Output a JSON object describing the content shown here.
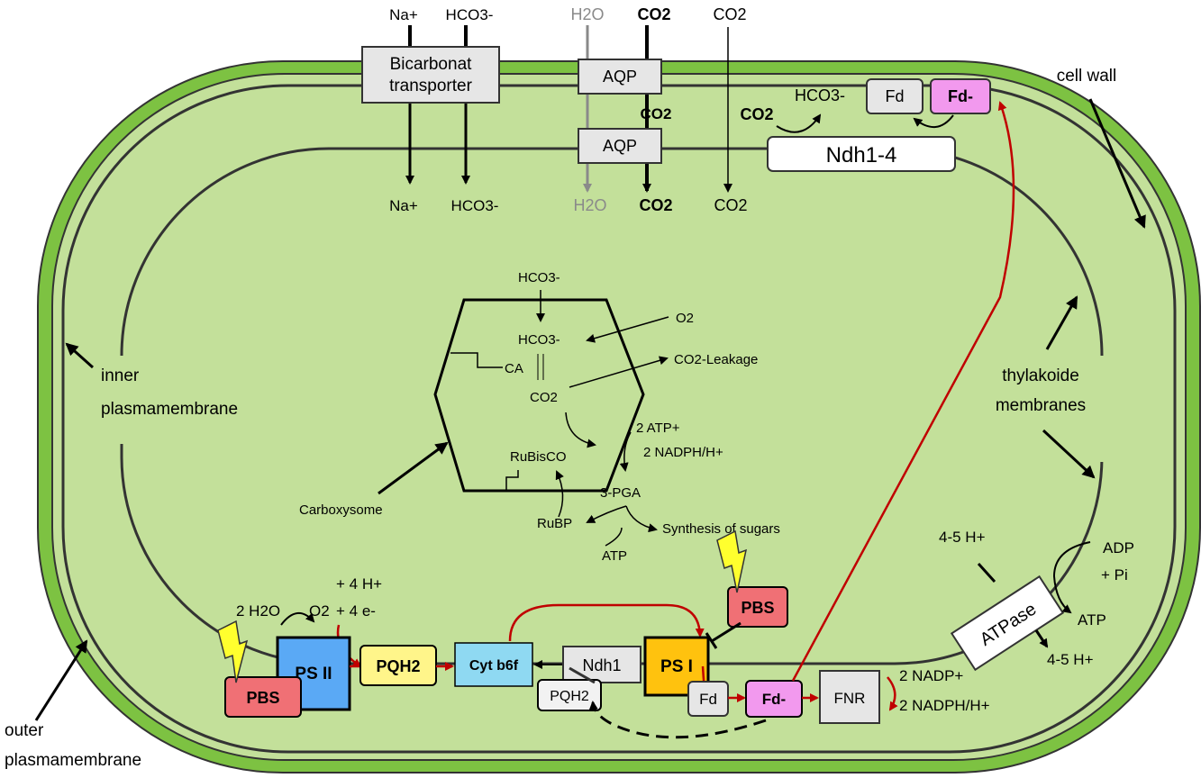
{
  "external": {
    "na": "Na+",
    "hco3": "HCO3-",
    "h2o": "H2O",
    "co2_bold": "CO2",
    "co2": "CO2"
  },
  "internal": {
    "na": "Na+",
    "hco3": "HCO3-",
    "h2o": "H2O",
    "co2_bold": "CO2",
    "co2": "CO2"
  },
  "transporters": {
    "bicarbonate_line1": "Bicarbonat",
    "bicarbonate_line2": "transporter",
    "aqp_outer": "AQP",
    "aqp_inner": "AQP",
    "co2_between": "CO2",
    "ndh14": "Ndh1-4",
    "ndh_co2": "CO2",
    "ndh_hco3": "HCO3-",
    "fd_top": "Fd",
    "fdminus_top": "Fd-"
  },
  "labels": {
    "cell_wall": "cell wall",
    "inner_pm_1": "inner",
    "inner_pm_2": "plasmamembrane",
    "outer_pm_1": "outer",
    "outer_pm_2": "plasmamembrane",
    "thylakoide_1": "thylakoide",
    "thylakoide_2": "membranes",
    "carboxysome": "Carboxysome"
  },
  "carboxysome": {
    "hco3_top": "HCO3-",
    "hco3_mid": "HCO3-",
    "ca": "CA",
    "co2": "CO2",
    "o2": "O2",
    "leakage": "CO2-Leakage",
    "atp2": "2 ATP+",
    "nadph2": "2 NADPH/H+",
    "rubisco": "RuBisCO",
    "pga": "3-PGA",
    "rubp": "RuBP",
    "atp": "ATP",
    "sugars": "Synthesis of sugars"
  },
  "thylakoid": {
    "h2o": "2 H2O",
    "o2": "O2",
    "h4": "+ 4 H+",
    "e4": "+ 4 e-",
    "ps2": "PS II",
    "pbs_left": "PBS",
    "pqh2": "PQH2",
    "cytb6f": "Cyt b6f",
    "ndh1": "Ndh1",
    "pqh2_small": "PQH2",
    "ps1": "PS I",
    "pbs_right": "PBS",
    "fd": "Fd",
    "fdminus": "Fd-",
    "fnr": "FNR",
    "nadp": "2 NADP+",
    "nadph": "2 NADPH/H+",
    "atpase": "ATPase",
    "h_top": "4-5 H+",
    "adp": "ADP",
    "pi": "+ Pi",
    "atp": "ATP",
    "h_bottom": "4-5 H+"
  },
  "colors": {
    "cell_wall": "#7dc242",
    "cytoplasm": "#c3e09a",
    "ps2": "#5aa9f5",
    "pqh2": "#fff58a",
    "cytb6f": "#8fd9f2",
    "ps1": "#ffc20e",
    "pbs": "#f07075",
    "fdminus": "#f299ee",
    "gray_box": "#e6e6e6",
    "red_arrow": "#c00000"
  }
}
